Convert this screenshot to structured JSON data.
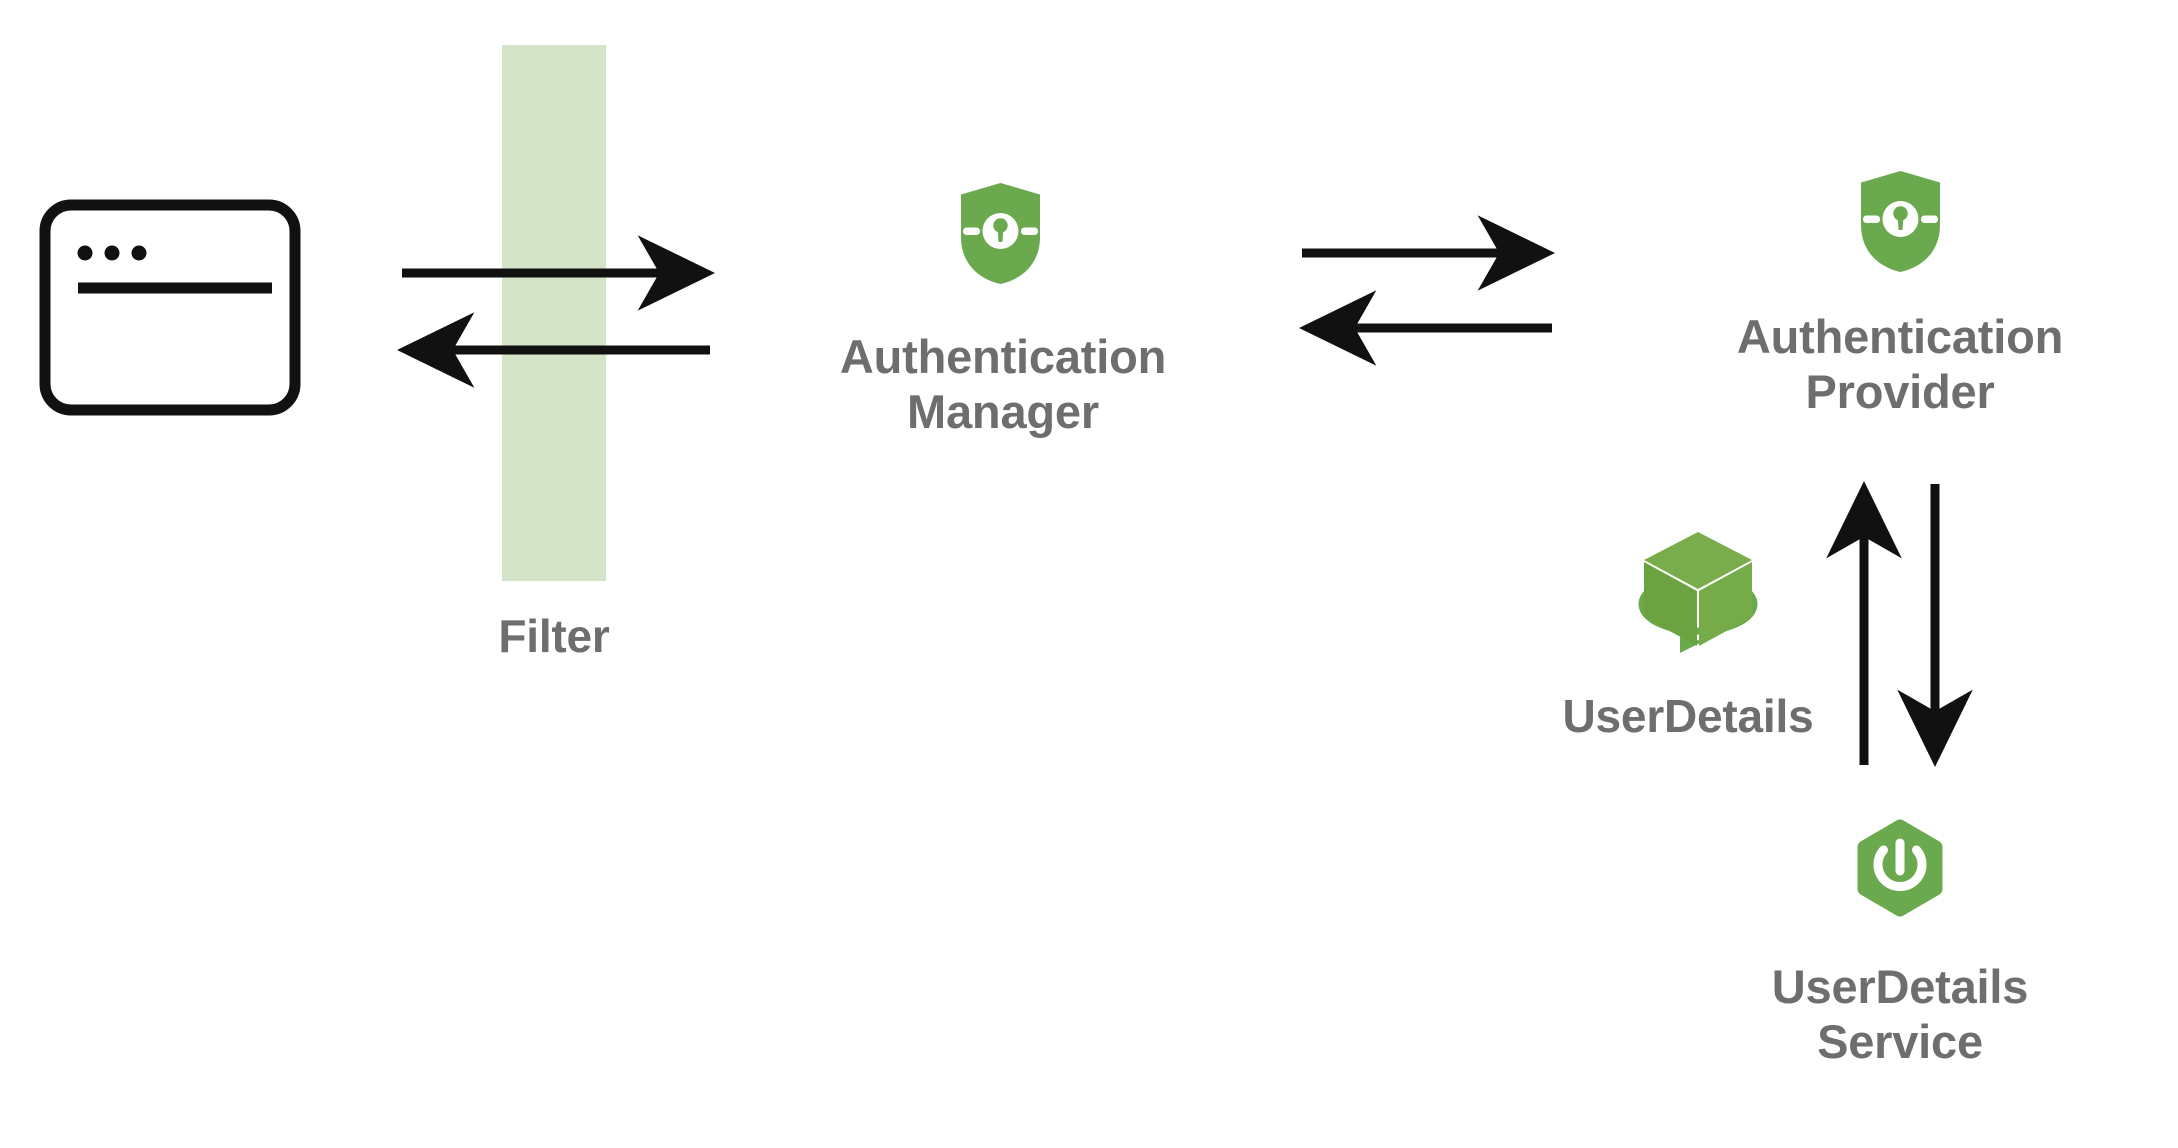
{
  "diagram": {
    "title": "Spring Security Authentication Flow",
    "background": "#ffffff",
    "colors": {
      "accent_green": "#6ba94f",
      "band_green": "#d4e4c6",
      "label_gray": "#6e6e6e",
      "stroke_black": "#111111",
      "icon_white": "#ffffff"
    }
  },
  "nodes": {
    "client": {
      "label": "",
      "icon": "browser-window-icon"
    },
    "filter": {
      "label": "Filter",
      "icon": "filter-band"
    },
    "authentication_manager": {
      "label": "Authentication\nManager",
      "icon": "shield-lock-icon"
    },
    "authentication_provider": {
      "label": "Authentication\nProvider",
      "icon": "shield-lock-icon"
    },
    "user_details": {
      "label": "UserDetails",
      "icon": "rotating-cube-icon"
    },
    "user_details_service": {
      "label": "UserDetails\nService",
      "icon": "spring-boot-icon"
    }
  },
  "connectors": [
    {
      "name": "client-to-filter-to-manager",
      "direction": "right",
      "style": "solid-arrow"
    },
    {
      "name": "manager-to-filter-to-client",
      "direction": "left",
      "style": "solid-arrow"
    },
    {
      "name": "manager-to-provider",
      "direction": "right",
      "style": "solid-arrow"
    },
    {
      "name": "provider-to-manager",
      "direction": "left",
      "style": "solid-arrow"
    },
    {
      "name": "service-to-provider",
      "direction": "up",
      "style": "solid-arrow"
    },
    {
      "name": "provider-to-service",
      "direction": "down",
      "style": "solid-arrow"
    }
  ]
}
